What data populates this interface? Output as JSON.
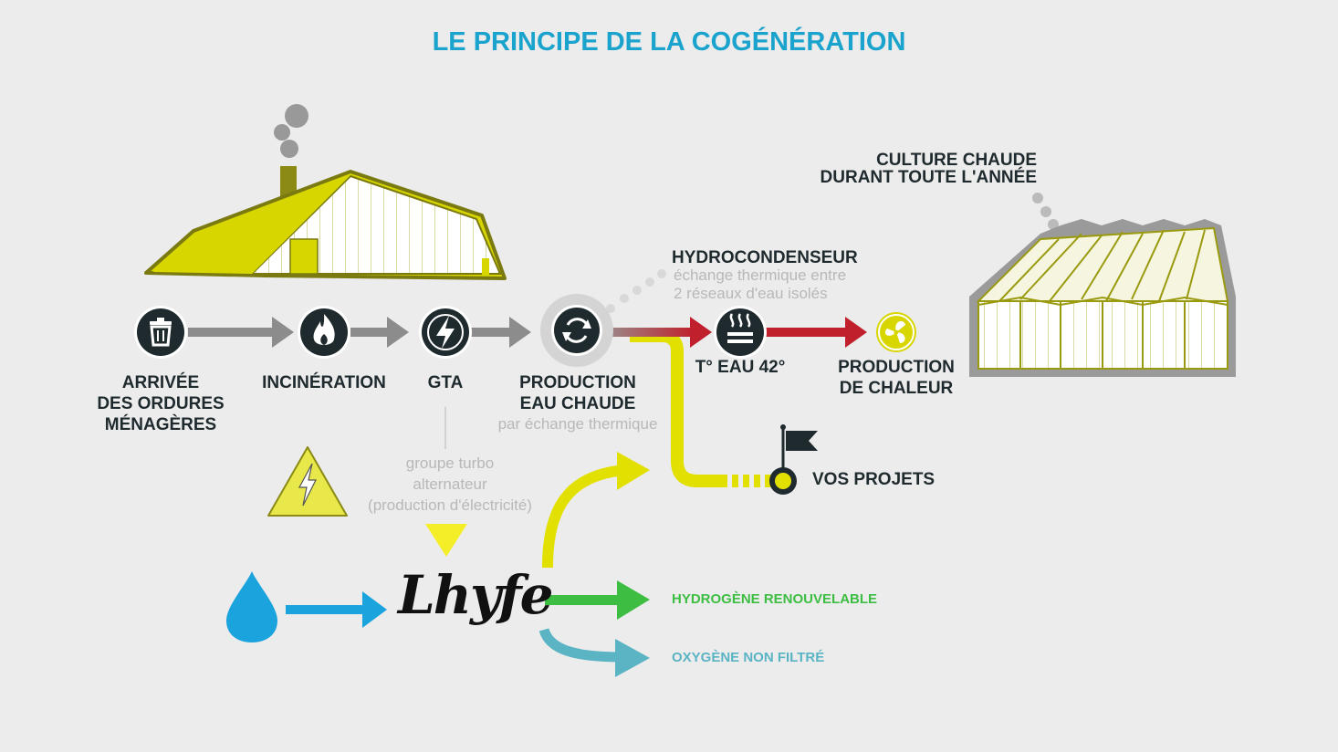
{
  "title": "LE PRINCIPE DE LA COGÉNÉRATION",
  "steps": {
    "arrivee": [
      "ARRIVÉE",
      "DES ORDURES",
      "MÉNAGÈRES"
    ],
    "incineration": "INCINÉRATION",
    "gta": "GTA",
    "production_eau": [
      "PRODUCTION",
      "EAU CHAUDE"
    ],
    "production_eau_sub": "par échange thermique",
    "temperature": "T° EAU 42°",
    "production_chaleur": [
      "PRODUCTION",
      "DE CHALEUR"
    ]
  },
  "hydrocondenseur": {
    "title": "HYDROCONDENSEUR",
    "desc": [
      "échange thermique entre",
      "2 réseaux d'eau isolés"
    ]
  },
  "culture": [
    "CULTURE CHAUDE",
    "DURANT TOUTE L'ANNÉE"
  ],
  "vos_projets": "VOS PROJETS",
  "gta_desc": [
    "groupe turbo",
    "alternateur",
    "(production d'électricité)"
  ],
  "lhyfe_logo": "Lhyfe",
  "outputs": {
    "hydrogene": "HYDROGÈNE RENOUVELABLE",
    "oxygene": "OXYGÈNE NON FILTRÉ"
  },
  "colors": {
    "title": "#1aa3cc",
    "yellow": "#e2e000",
    "olive": "#9a9a10",
    "red": "#c0202c",
    "green": "#3dbe43",
    "teal": "#5ab4c4",
    "blue": "#1aa3dd",
    "gray_arrow": "#8c8c8c",
    "dark": "#1f2a2e"
  }
}
